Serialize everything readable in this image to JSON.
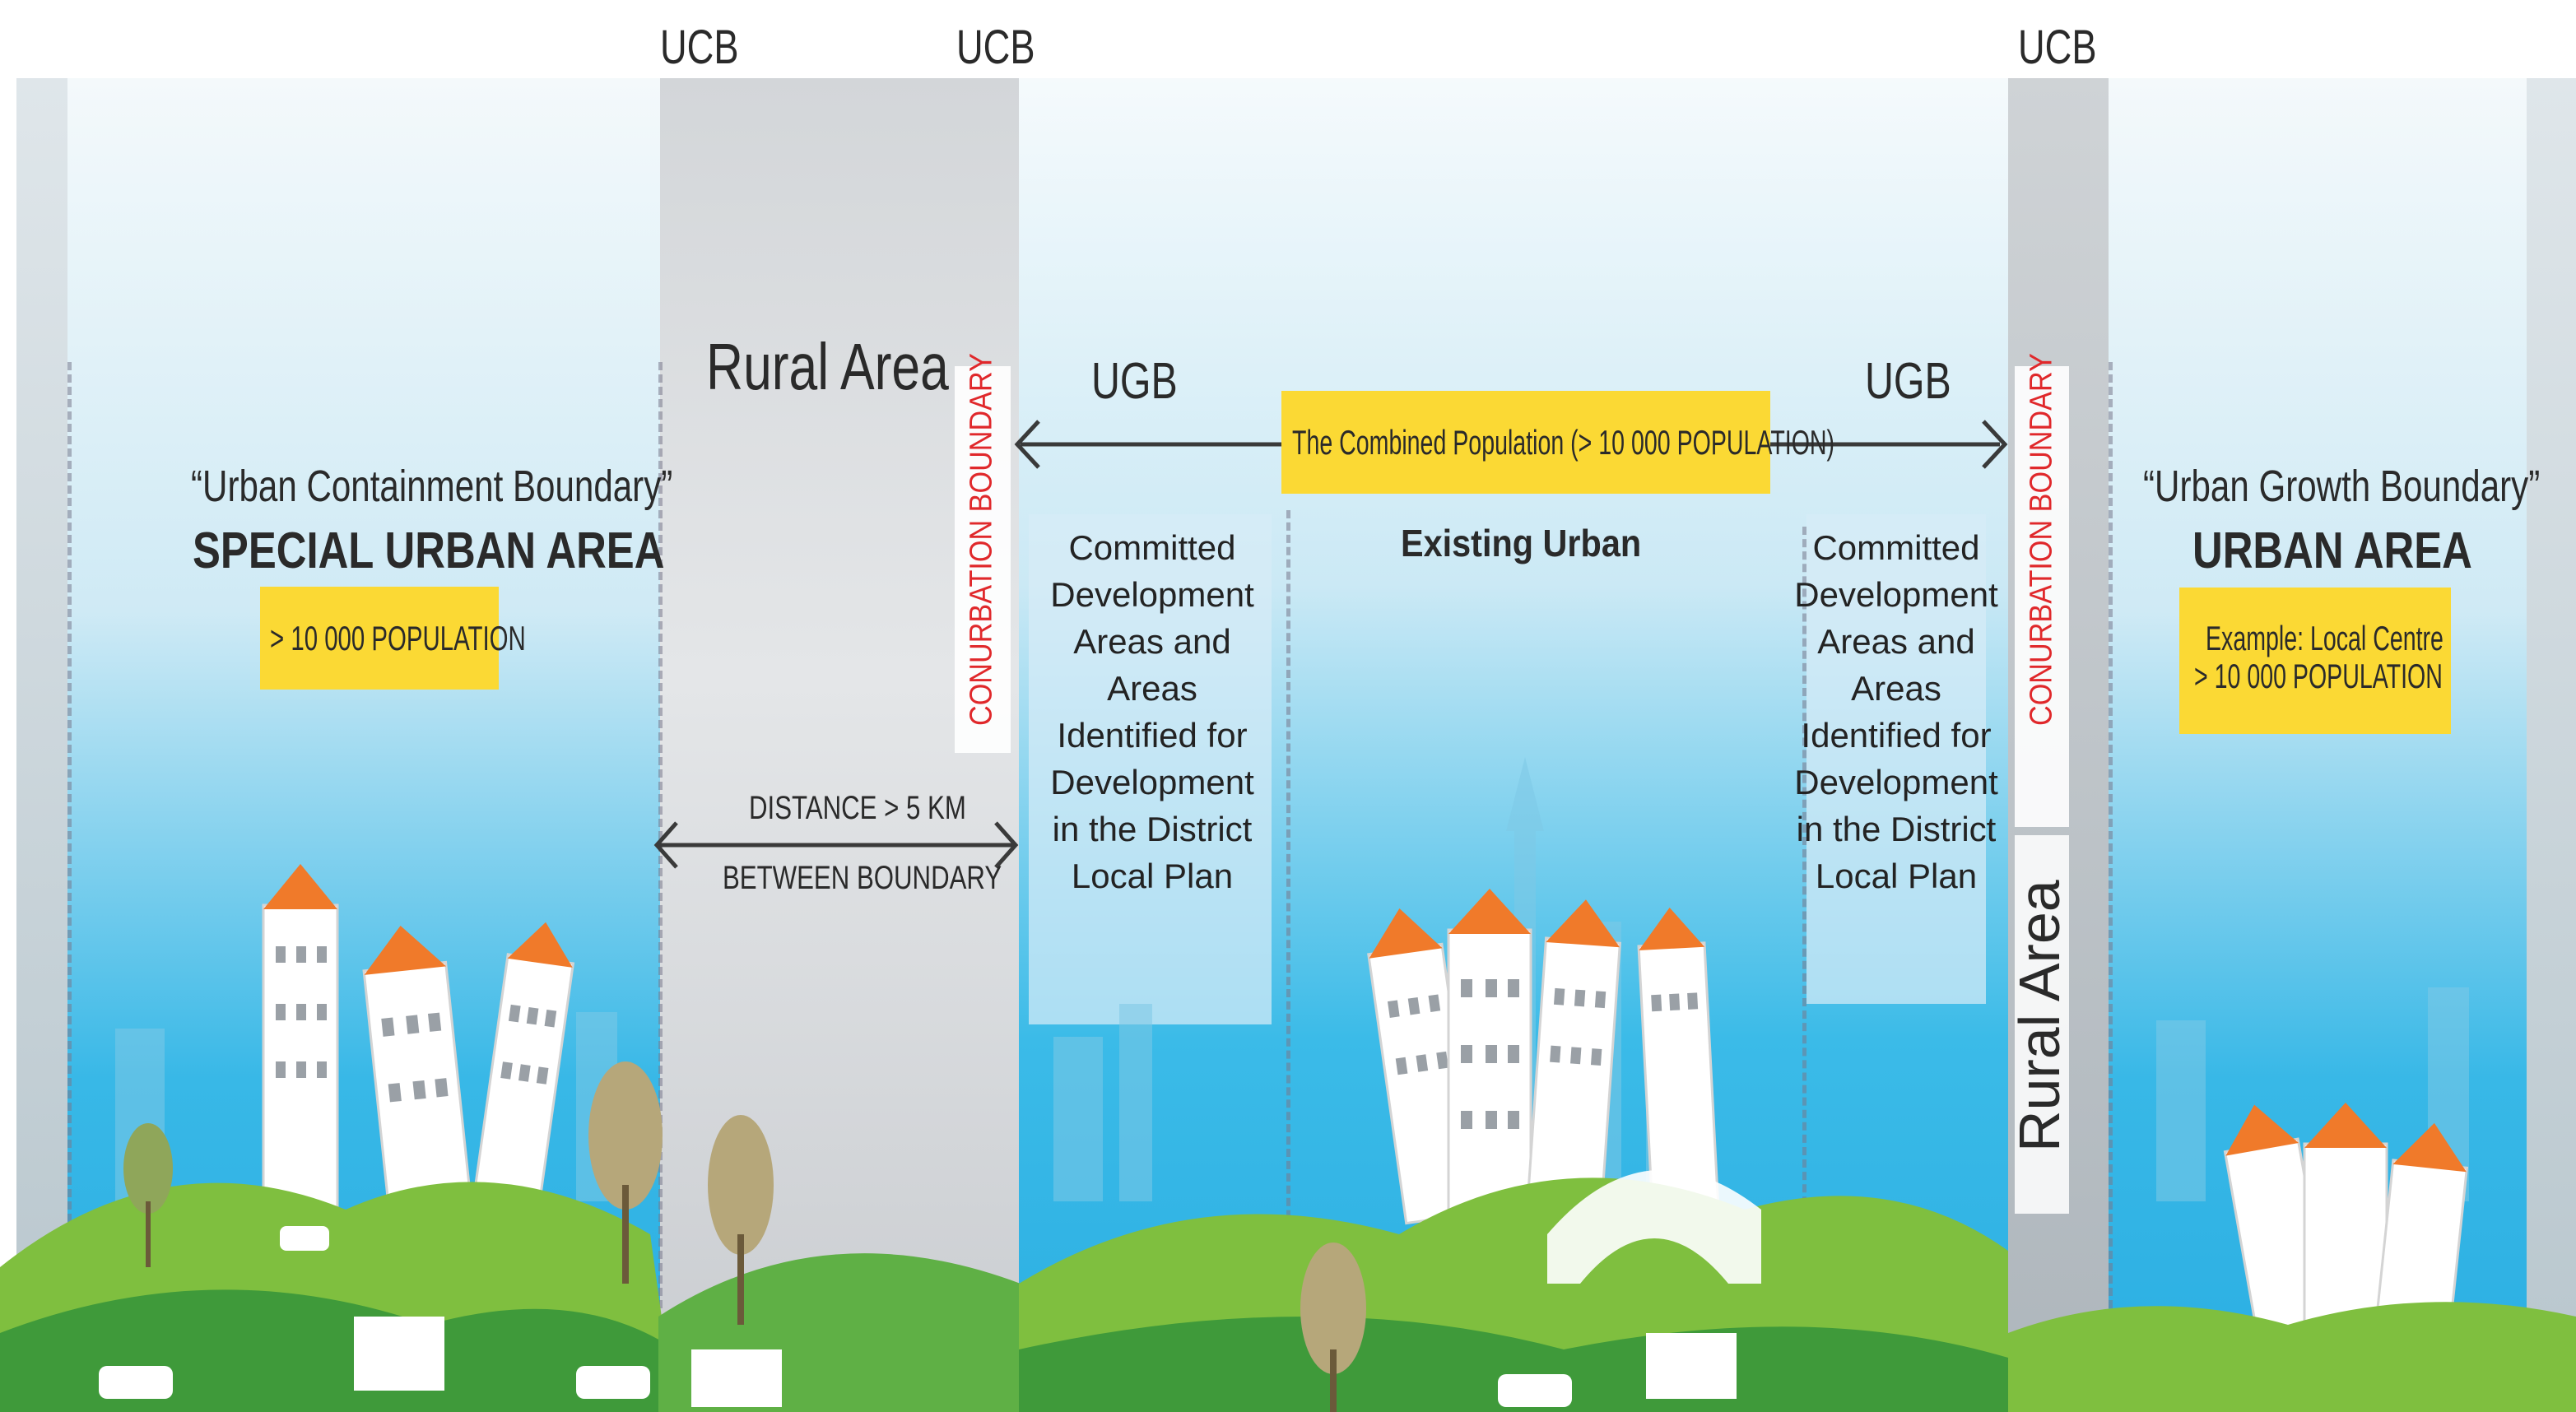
{
  "labels": {
    "ucb_1": "UCB",
    "ucb_2": "UCB",
    "ucb_3": "UCB",
    "rural_area_top": "Rural Area",
    "rural_area_bottom": "Rural Area",
    "ugb_left": "UGB",
    "ugb_right": "UGB",
    "combined_population": "The Combined Population (> 10 000 POPULATION)",
    "conurbation_left": "CONURBATION BOUNDARY",
    "conurbation_right": "CONURBATION BOUNDARY",
    "distance": "DISTANCE > 5 KM",
    "between": "BETWEEN BOUNDARY",
    "existing_urban": "Existing Urban",
    "committed_left": [
      "Committed",
      "Development",
      "Areas and",
      "Areas",
      "Identified for",
      "Development",
      "in the District",
      "Local Plan"
    ],
    "committed_right": [
      "Committed",
      "Development",
      "Areas and",
      "Areas",
      "Identified for",
      "Development",
      "in the District",
      "Local Plan"
    ]
  },
  "left_zone": {
    "quote": "“Urban Containment Boundary”",
    "title": "SPECIAL URBAN AREA",
    "population": "> 10 000 POPULATION"
  },
  "right_zone": {
    "quote": "“Urban Growth Boundary”",
    "title": "URBAN AREA",
    "example_line1": "Example: Local Centre",
    "example_line2": "> 10 000 POPULATION"
  },
  "colors": {
    "sky_top": "#eef6fa",
    "sky_mid": "#a9d9ee",
    "sky_bottom": "#2fb6e6",
    "rural_grey": "#cfd2d6",
    "yellow": "#fbd934",
    "conurbation_red": "#e0282b",
    "hill_green": "#7fbf3f",
    "hill_dark": "#3f9a3a",
    "roof_orange": "#f07a2a"
  },
  "icons": [
    "building-icon",
    "tree-icon",
    "car-icon",
    "truck-icon",
    "bridge-icon",
    "hill-icon"
  ]
}
